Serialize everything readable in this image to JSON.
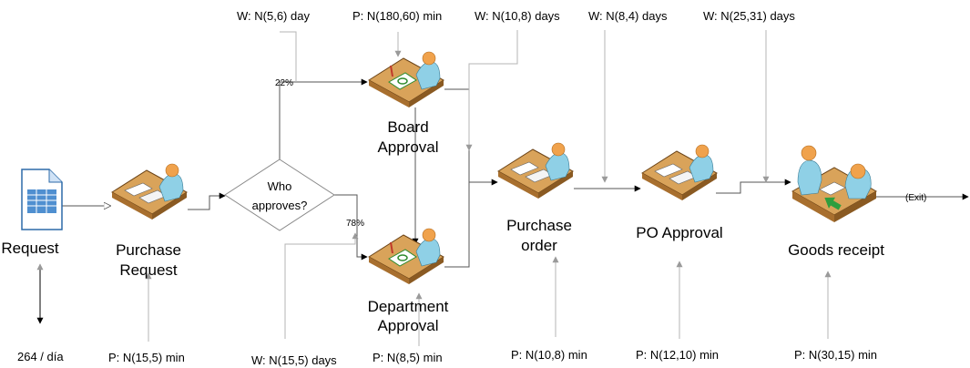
{
  "nodes": {
    "request": "Request",
    "purchase_request": [
      "Purchase",
      "Request"
    ],
    "decision": [
      "Who",
      "approves?"
    ],
    "board_approval": [
      "Board",
      "Approval"
    ],
    "department_approval": [
      "Department",
      "Approval"
    ],
    "purchase_order": [
      "Purchase",
      "order"
    ],
    "po_approval": "PO Approval",
    "goods_receipt": "Goods receipt",
    "exit": "(Exit)"
  },
  "branch_probabilities": {
    "board": "22%",
    "department": "78%"
  },
  "arrival_rate": "264 / día",
  "processing_times": {
    "purchase_request": "P: N(15,5) min",
    "board_approval": "P: N(180,60) min",
    "department_approval": "P: N(8,5) min",
    "purchase_order": "P: N(10,8) min",
    "po_approval": "P: N(12,10) min",
    "goods_receipt": "P: N(30,15) min"
  },
  "waiting_times": {
    "board_approval": "W: N(5,6) day",
    "department_approval": "W: N(15,5) days",
    "purchase_order": "W: N(10,8) days",
    "po_approval": "W: N(8,4) days",
    "goods_receipt": "W: N(25,31) days"
  },
  "colors": {
    "connector": "#555555",
    "timing_line": "#b4b4b4",
    "desk": "#d9a35a",
    "desk_dark": "#8a5a22",
    "person_shirt": "#8fd0e6",
    "person_skin": "#f0a24c",
    "document": "#4f8fd0"
  }
}
